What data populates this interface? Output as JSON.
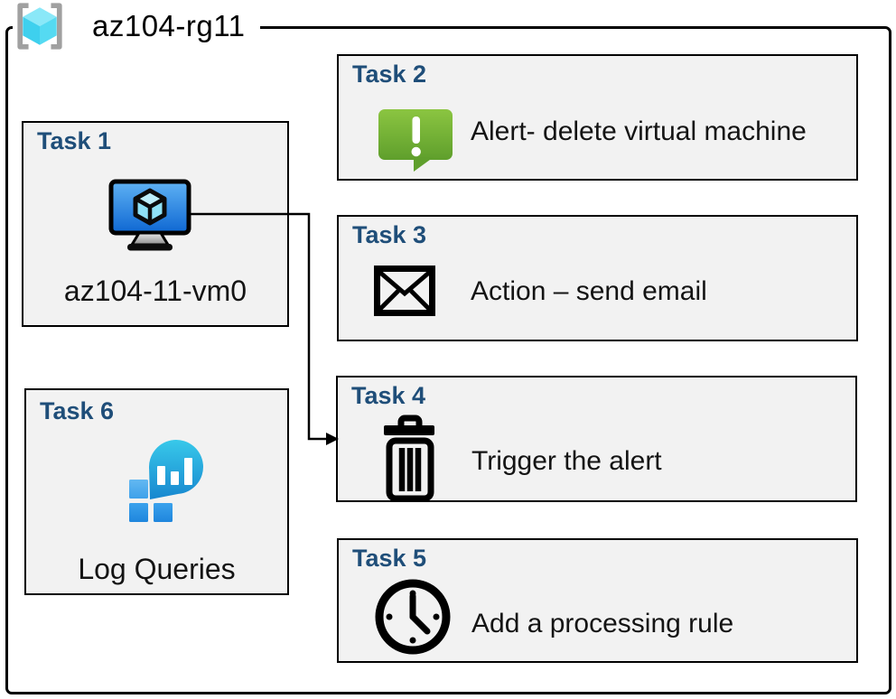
{
  "resource_group": {
    "name": "az104-rg11",
    "icon": "resource-group-icon"
  },
  "tasks": [
    {
      "id": "task-1",
      "title": "Task 1",
      "label": "az104-11-vm0",
      "icon": "virtual-machine-icon"
    },
    {
      "id": "task-2",
      "title": "Task 2",
      "label": "Alert- delete virtual machine",
      "icon": "alert-bubble-icon"
    },
    {
      "id": "task-3",
      "title": "Task 3",
      "label": "Action – send email",
      "icon": "email-envelope-icon"
    },
    {
      "id": "task-4",
      "title": "Task 4",
      "label": "Trigger the alert",
      "icon": "trash-icon"
    },
    {
      "id": "task-5",
      "title": "Task 5",
      "label": "Add a processing rule",
      "icon": "clock-icon"
    },
    {
      "id": "task-6",
      "title": "Task 6",
      "label": "Log Queries",
      "icon": "log-analytics-icon"
    }
  ],
  "connector": {
    "from": "task-1 virtual machine",
    "to": "task-4",
    "style": "elbow-arrow"
  },
  "colors": {
    "title_blue": "#1F4E79",
    "box_fill": "#F2F2F2",
    "border_black": "#000000",
    "alert_green_top": "#8BC541",
    "alert_green_bottom": "#5F9F2C",
    "vm_screen_top": "#5FB2F4",
    "vm_screen_bottom": "#0E67D2",
    "rg_cube_cyan": "#55DAF2",
    "rg_bracket_gray": "#A0A0A0",
    "log_balloon_top": "#38C9EA",
    "log_balloon_bottom": "#1787CF",
    "log_square_blue": "#2F97E6"
  }
}
